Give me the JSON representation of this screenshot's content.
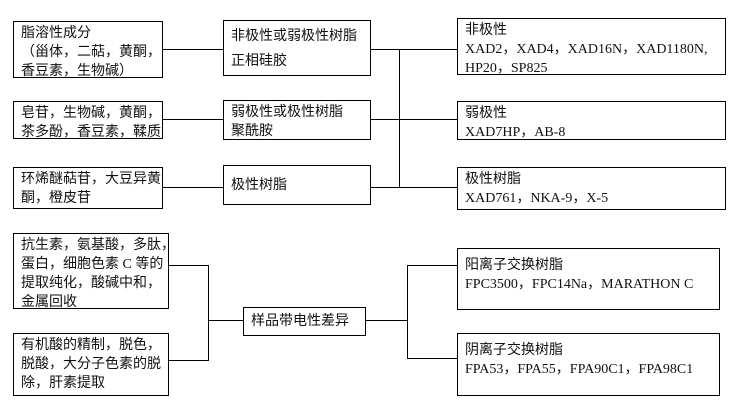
{
  "colors": {
    "line": "#000000",
    "text": "#111111",
    "background": "#ffffff"
  },
  "boxes": {
    "lipid_soluble": {
      "lines": [
        "脂溶性成分",
        "（甾体，二萜，黄酮，",
        "香豆素，生物碱）"
      ]
    },
    "saponins": {
      "lines": [
        "皂苷，生物碱，黄酮，",
        "茶多酚，香豆素，鞣质"
      ]
    },
    "iridoid": {
      "lines": [
        "环烯醚萜苷，大豆异黄",
        "酮，橙皮苷"
      ]
    },
    "antibiotics": {
      "lines": [
        "抗生素，氨基酸，多肽，",
        "蛋白，细胞色素 C 等的",
        "提取纯化，酸碱中和，",
        "金属回收"
      ]
    },
    "organic_acids": {
      "lines": [
        "有机酸的精制，脱色，",
        "脱酸，大分子色素的脱",
        "除，肝素提取"
      ]
    },
    "resin_nonpolar_weak": {
      "lines": [
        "非极性或弱极性树脂",
        "正相硅胶"
      ]
    },
    "resin_weak_polar": {
      "lines": [
        "弱极性或极性树脂",
        "聚酰胺"
      ]
    },
    "resin_polar": {
      "lines": [
        "极性树脂"
      ]
    },
    "charge_difference": {
      "lines": [
        "样品带电性差异"
      ]
    },
    "list_nonpolar": {
      "lines": [
        "非极性",
        "XAD2，XAD4，XAD16N，XAD1180N,",
        "HP20，SP825"
      ]
    },
    "list_weak_polar": {
      "lines": [
        "弱极性",
        "XAD7HP，AB-8"
      ]
    },
    "list_polar": {
      "lines": [
        "极性树脂",
        "XAD761，NKA-9，X-5"
      ]
    },
    "cation_exchange": {
      "lines": [
        "阳离子交换树脂",
        "FPC3500，FPC14Na，MARATHON C"
      ]
    },
    "anion_exchange": {
      "lines": [
        "阴离子交换树脂",
        "FPA53，FPA55，FPA90C1，FPA98C1"
      ]
    }
  }
}
